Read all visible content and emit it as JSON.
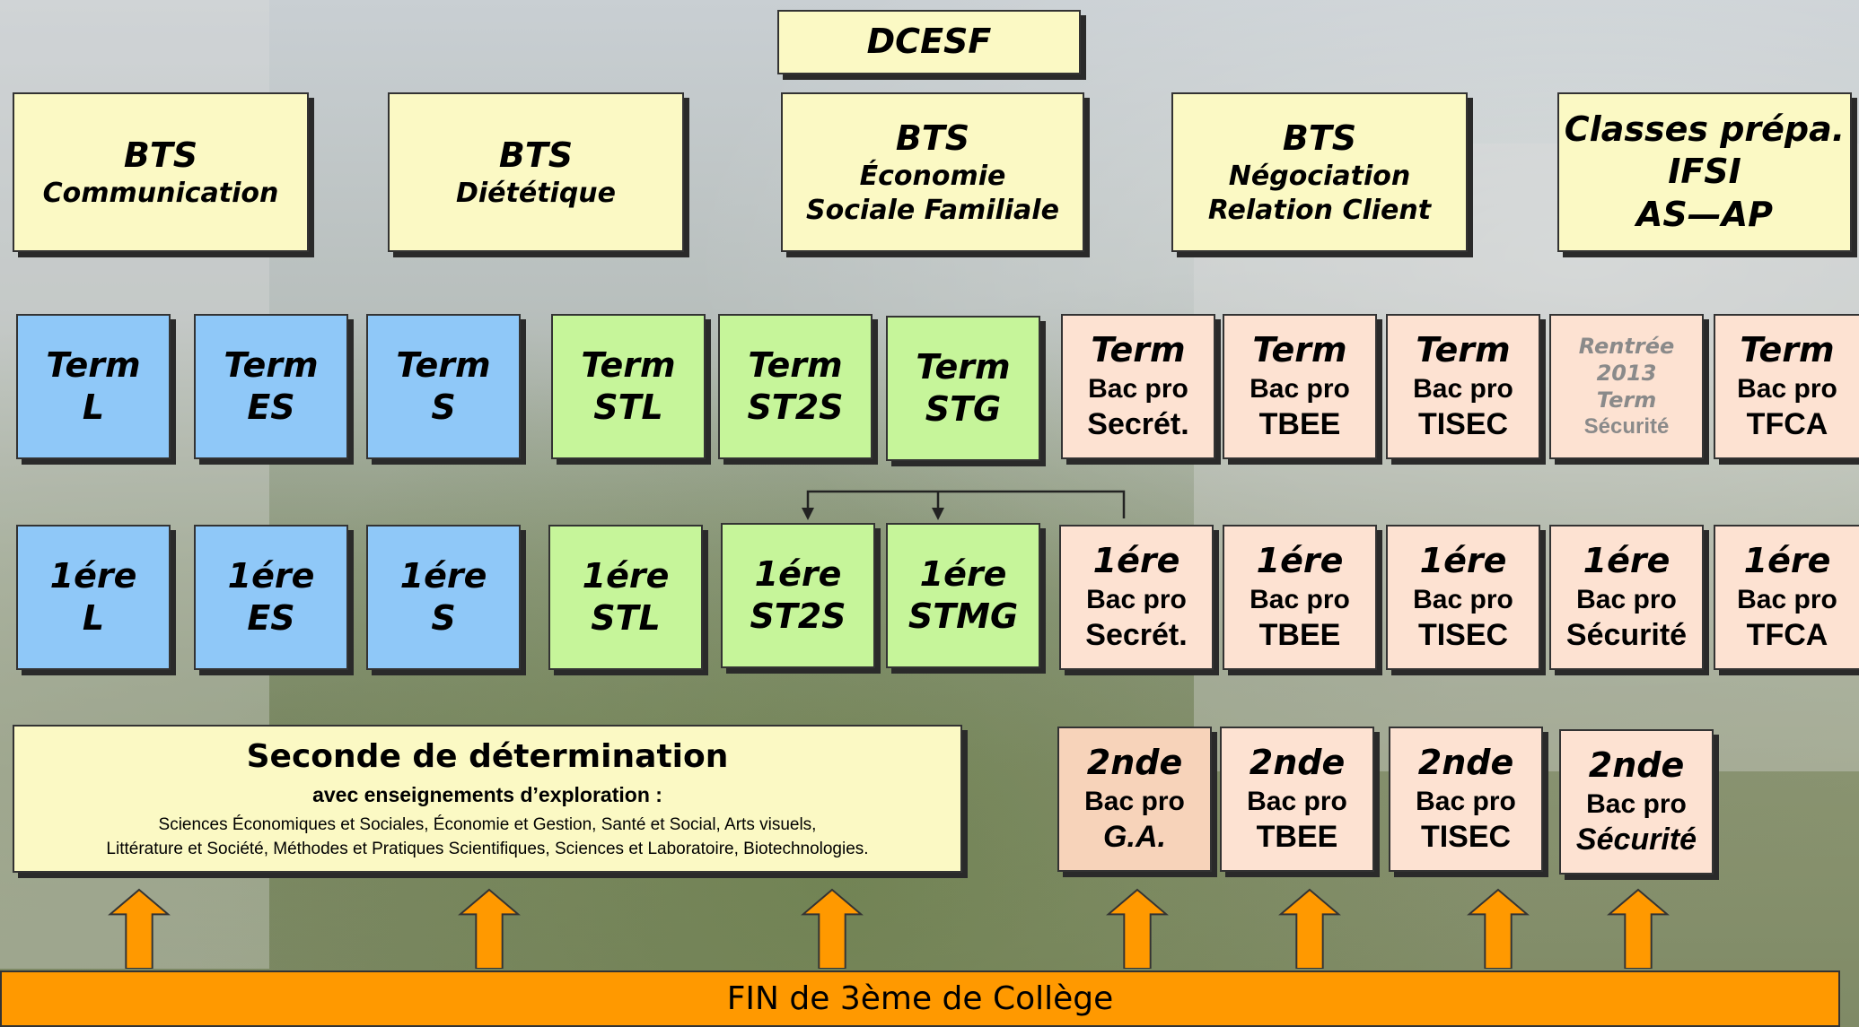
{
  "top": {
    "dcesf": "DCESF"
  },
  "bts": [
    {
      "l1": "BTS",
      "l2": "Communication",
      "l3": ""
    },
    {
      "l1": "BTS",
      "l2": "Diététique",
      "l3": ""
    },
    {
      "l1": "BTS",
      "l2": "Économie",
      "l3": "Sociale Familiale"
    },
    {
      "l1": "BTS",
      "l2": "Négociation",
      "l3": "Relation Client"
    },
    {
      "l1": "Classes prépa.",
      "l2": "IFSI",
      "l3": "AS—AP"
    }
  ],
  "term_general": [
    {
      "l1": "Term",
      "l2": "L"
    },
    {
      "l1": "Term",
      "l2": "ES"
    },
    {
      "l1": "Term",
      "l2": "S"
    },
    {
      "l1": "Term",
      "l2": "STL"
    },
    {
      "l1": "Term",
      "l2": "ST2S"
    },
    {
      "l1": "Term",
      "l2": "STG"
    }
  ],
  "term_pro": [
    {
      "l1": "Term",
      "l2": "Bac pro",
      "l3": "Secrét."
    },
    {
      "l1": "Term",
      "l2": "Bac pro",
      "l3": "TBEE"
    },
    {
      "l1": "Term",
      "l2": "Bac pro",
      "l3": "TISEC"
    },
    {
      "l1": "Rentrée",
      "l2": "2013",
      "l3": "Term",
      "l4": "Sécurité"
    },
    {
      "l1": "Term",
      "l2": "Bac pro",
      "l3": "TFCA"
    }
  ],
  "premiere_general": [
    {
      "l1": "1ére",
      "l2": "L"
    },
    {
      "l1": "1ére",
      "l2": "ES"
    },
    {
      "l1": "1ére",
      "l2": "S"
    },
    {
      "l1": "1ére",
      "l2": "STL"
    },
    {
      "l1": "1ére",
      "l2": "ST2S"
    },
    {
      "l1": "1ére",
      "l2": "STMG"
    }
  ],
  "premiere_pro": [
    {
      "l1": "1ére",
      "l2": "Bac pro",
      "l3": "Secrét."
    },
    {
      "l1": "1ére",
      "l2": "Bac pro",
      "l3": "TBEE"
    },
    {
      "l1": "1ére",
      "l2": "Bac pro",
      "l3": "TISEC"
    },
    {
      "l1": "1ére",
      "l2": "Bac pro",
      "l3": "Sécurité"
    },
    {
      "l1": "1ére",
      "l2": "Bac pro",
      "l3": "TFCA"
    }
  ],
  "seconde": {
    "title": "Seconde de détermination",
    "subtitle": "avec enseignements d’exploration :",
    "line1": "Sciences Économiques et Sociales, Économie et Gestion, Santé et Social, Arts visuels,",
    "line2": "Littérature et Société, Méthodes et Pratiques Scientifiques, Sciences et Laboratoire, Biotechnologies."
  },
  "seconde_pro": [
    {
      "l1": "2nde",
      "l2": "Bac pro",
      "l3": "G.A."
    },
    {
      "l1": "2nde",
      "l2": "Bac pro",
      "l3": "TBEE"
    },
    {
      "l1": "2nde",
      "l2": "Bac pro",
      "l3": "TISEC"
    },
    {
      "l1": "2nde",
      "l2": "Bac pro",
      "l3": "Sécurité"
    }
  ],
  "bottom": {
    "label": "FIN de 3ème de Collège"
  },
  "colors": {
    "yellow": "#fbf9c4",
    "blue": "#8fc8f8",
    "green": "#c6f59a",
    "peach": "#fde2d2",
    "orange": "#ff9900"
  }
}
